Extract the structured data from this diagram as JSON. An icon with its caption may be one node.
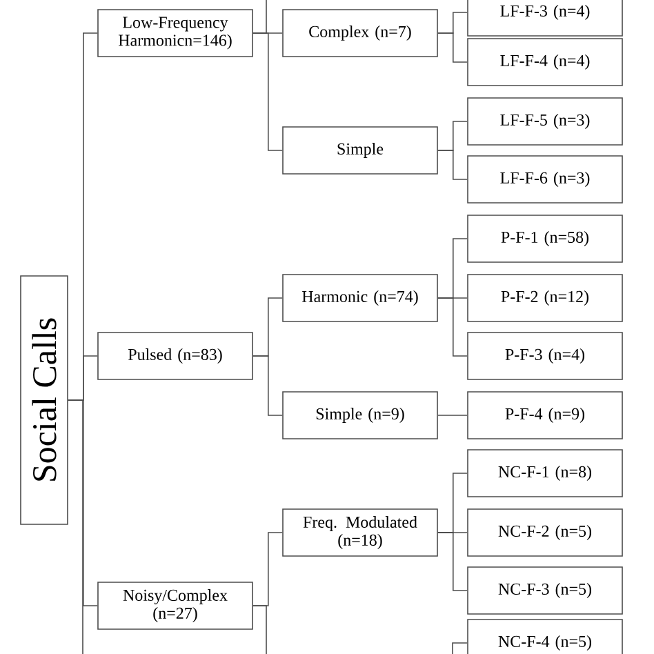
{
  "diagram": {
    "nodes": [
      {
        "text": [
          "Social Calls"
        ]
      },
      {
        "text": [
          "Low-Frequency Harmonicn=146)"
        ]
      },
      {
        "text": [
          "Complex (n=7)"
        ]
      },
      {
        "text": [
          "LF-F-3 (n=4)"
        ]
      },
      {
        "text": [
          "LF-F-4 (n=4)"
        ]
      },
      {
        "text": [
          "Simple"
        ]
      },
      {
        "text": [
          "LF-F-5 (n=3)"
        ]
      },
      {
        "text": [
          "LF-F-6 (n=3)"
        ]
      },
      {
        "text": [
          "Pulsed (n=83)"
        ]
      },
      {
        "text": [
          "Harmonic (n=74)"
        ]
      },
      {
        "text": [
          "P-F-1 (n=58)"
        ]
      },
      {
        "text": [
          "P-F-2 (n=12)"
        ]
      },
      {
        "text": [
          "P-F-3 (n=4)"
        ]
      },
      {
        "text": [
          "Simple (n=9)"
        ]
      },
      {
        "text": [
          "P-F-4 (n=9)"
        ]
      },
      {
        "text": [
          "Noisy/Complex (n=27)"
        ]
      },
      {
        "text": [
          "Freq. Modulated (n=18)"
        ]
      },
      {
        "text": [
          "NC-F-1 (n=8)"
        ]
      },
      {
        "text": [
          "NC-F-2 (n=5)"
        ]
      },
      {
        "text": [
          "NC-F-3 (n=5)"
        ]
      },
      {
        "text": [
          "NC-F-4 (n=5)"
        ]
      }
    ],
    "edges": [
      {
        "from": 0,
        "to": 1,
        "arrow": "none"
      },
      {
        "from": 0,
        "to": 8,
        "arrow": "none"
      },
      {
        "from": 0,
        "to": 15,
        "arrow": "none"
      },
      {
        "from": 0,
        "to": null,
        "arrow": "none"
      },
      {
        "from": 1,
        "to": null,
        "arrow": "none"
      },
      {
        "from": 1,
        "to": 2,
        "arrow": "none"
      },
      {
        "from": 1,
        "to": 5,
        "arrow": "none"
      },
      {
        "from": 2,
        "to": 3,
        "arrow": "none"
      },
      {
        "from": 2,
        "to": 4,
        "arrow": "none"
      },
      {
        "from": 5,
        "to": 6,
        "arrow": "none"
      },
      {
        "from": 5,
        "to": 7,
        "arrow": "none"
      },
      {
        "from": 8,
        "to": 9,
        "arrow": "none"
      },
      {
        "from": 8,
        "to": 13,
        "arrow": "none"
      },
      {
        "from": 9,
        "to": 10,
        "arrow": "none"
      },
      {
        "from": 9,
        "to": 11,
        "arrow": "none"
      },
      {
        "from": 9,
        "to": 12,
        "arrow": "none"
      },
      {
        "from": 13,
        "to": 14,
        "arrow": "none"
      },
      {
        "from": 15,
        "to": 16,
        "arrow": "none"
      },
      {
        "from": 15,
        "to": null,
        "arrow": "none"
      },
      {
        "from": 16,
        "to": 17,
        "arrow": "none"
      },
      {
        "from": 16,
        "to": 18,
        "arrow": "none"
      },
      {
        "from": 16,
        "to": 19,
        "arrow": "none"
      },
      {
        "from": null,
        "to": 20,
        "arrow": "none"
      }
    ]
  }
}
